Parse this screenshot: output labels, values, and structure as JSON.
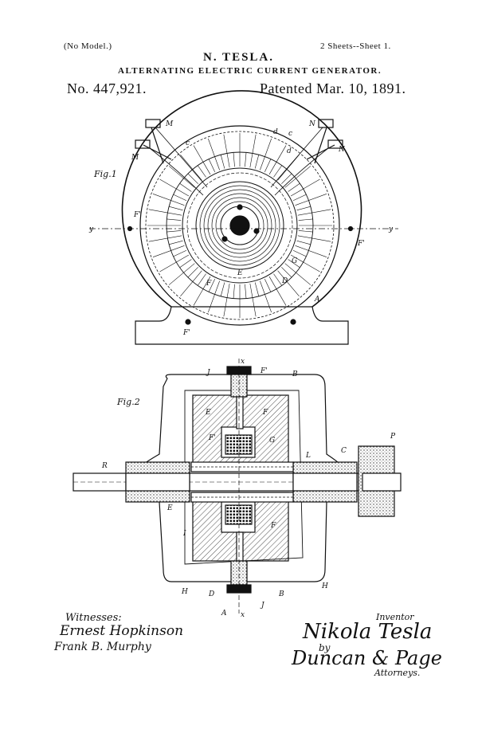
{
  "header": {
    "model_note": "(No Model.)",
    "sheets_note": "2 Sheets--Sheet 1.",
    "inventor_name": "N. TESLA.",
    "title": "ALTERNATING ELECTRIC CURRENT GENERATOR.",
    "patent_number": "No. 447,921.",
    "patent_date": "Patented Mar. 10, 1891."
  },
  "figures": {
    "fig1": {
      "label": "Fig.1",
      "reference_letters": [
        "M",
        "M",
        "c",
        "N",
        "N",
        "c",
        "d",
        "d",
        "y",
        "y",
        "F'",
        "F'",
        "G",
        "D",
        "F",
        "E",
        "A",
        "F'"
      ]
    },
    "fig2": {
      "label": "Fig.2",
      "reference_letters": [
        "x",
        "J",
        "F'",
        "B",
        "E",
        "F",
        "F'",
        "G",
        "R",
        "L",
        "C",
        "P",
        "E",
        "I",
        "F",
        "H",
        "D",
        "B",
        "H",
        "A",
        "x",
        "J"
      ]
    }
  },
  "footer": {
    "witnesses_label": "Witnesses:",
    "witness_1": "Ernest Hopkinson",
    "witness_2": "Frank B. Murphy",
    "inventor_label": "Inventor",
    "inventor_signature": "Nikola Tesla",
    "by_label": "by",
    "attorneys_signature": "Duncan & Page",
    "attorneys_label": "Attorneys."
  }
}
